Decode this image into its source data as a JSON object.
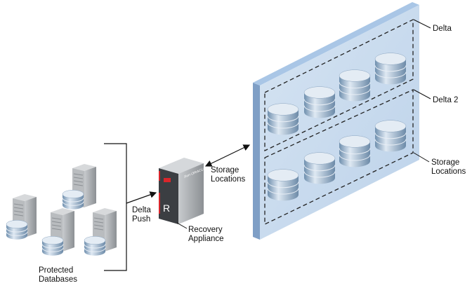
{
  "labels": {
    "delta": "Delta",
    "delta2": "Delta 2",
    "storage_locations_right": [
      "Storage",
      "Locations"
    ],
    "storage_locations_arrow": [
      "Storage",
      "Locations"
    ],
    "delta_push": [
      "Delta",
      "Push"
    ],
    "recovery_appliance": [
      "Recovery",
      "Appliance"
    ],
    "protected_databases": [
      "Protected",
      "Databases"
    ]
  },
  "appliance": {
    "letter": "R",
    "brand": "Sun ORACLE"
  },
  "colors": {
    "panel": "#c9dcee",
    "panel_edge": "#8fb0d6",
    "db": "#9bb8d3",
    "server": "#a9adb1",
    "accent": "#d9262b"
  }
}
